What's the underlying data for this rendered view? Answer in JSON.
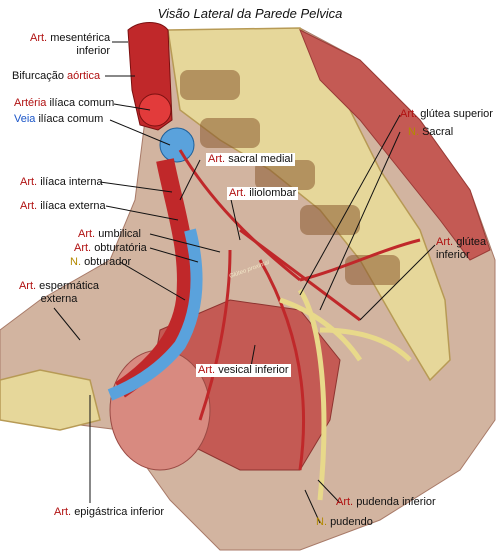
{
  "title": "Visão Lateral da Parede Pelvica",
  "colors": {
    "artery": "#c0282a",
    "vein": "#5aa2dc",
    "nerve": "#e8d98a",
    "bone": "#e6d79a",
    "muscle": "#c45a54",
    "label_art": "#b01010",
    "label_nerve": "#b38a00",
    "label_vein": "#1a55c8"
  },
  "embedded_text": "Glúteo proximal",
  "labels": {
    "mesenterica": {
      "prefix": "Art.",
      "line1": "mesentérica",
      "line2": "inferior"
    },
    "bifurcacao": {
      "text": "Bifurcação",
      "suffix": "aórtica"
    },
    "arteria_iliaca_comum": {
      "prefix": "Artéria",
      "text": "ilíaca comum"
    },
    "veia_iliaca_comum": {
      "prefix": "Veia",
      "text": "ilíaca comum"
    },
    "iliaca_interna": {
      "prefix": "Art.",
      "text": "ilíaca interna"
    },
    "iliaca_externa": {
      "prefix": "Art.",
      "text": "ilíaca externa"
    },
    "umbilical": {
      "prefix": "Art.",
      "text": "umbilical"
    },
    "obturatoria": {
      "prefix": "Art.",
      "text": "obturatória"
    },
    "obturador": {
      "prefix": "N.",
      "text": "obturador"
    },
    "espermatica": {
      "prefix": "Art.",
      "line1": "espermática",
      "line2": "externa"
    },
    "sacral_medial": {
      "prefix": "Art.",
      "text": "sacral medial"
    },
    "iliolombar": {
      "prefix": "Art.",
      "text": "iliolombar"
    },
    "glutea_superior": {
      "prefix": "Art.",
      "text": "glútea superior"
    },
    "sacral": {
      "prefix": "N.",
      "text": "Sacral"
    },
    "glutea_inferior": {
      "prefix": "Art.",
      "line1": "glútea",
      "line2": "inferior"
    },
    "vesical_inferior": {
      "prefix": "Art.",
      "text": "vesical inferior"
    },
    "epigastrica": {
      "prefix": "Art.",
      "text": "epigástrica inferior"
    },
    "pudenda_inferior": {
      "prefix": "Art.",
      "text": "pudenda inferior"
    },
    "pudendo": {
      "prefix": "N.",
      "text": "pudendo"
    }
  }
}
